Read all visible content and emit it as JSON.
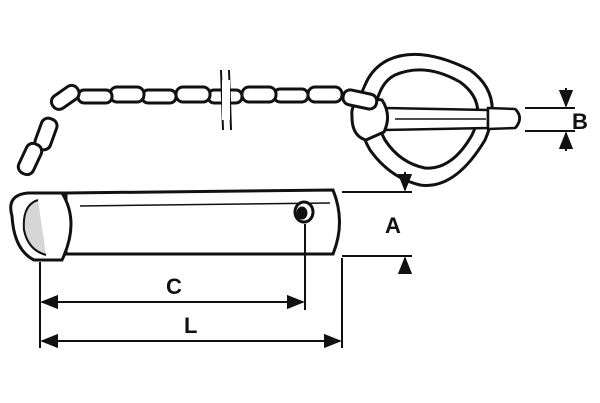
{
  "labels": {
    "A": "A",
    "B": "B",
    "C": "C",
    "L": "L"
  },
  "colors": {
    "ink": "#111111",
    "fill": "#ffffff",
    "shade": "#d6d6d6"
  }
}
